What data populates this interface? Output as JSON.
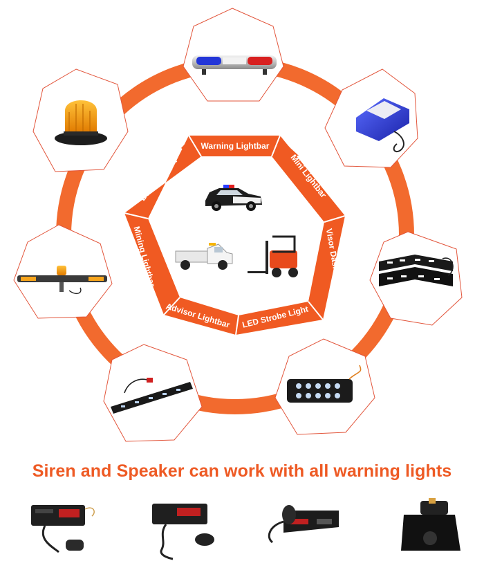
{
  "colors": {
    "accent": "#F05A22",
    "ring": "#F26A2E",
    "hex_border": "#E2553B",
    "text_white": "#FFFFFF",
    "headline": "#EE5A24"
  },
  "product_cycle": [
    {
      "id": "warning-lightbar",
      "icon": "police-lightbar-icon"
    },
    {
      "id": "mini-lightbar",
      "icon": "mini-lightbar-icon"
    },
    {
      "id": "visor-dash-light",
      "icon": "visor-dash-light-icon"
    },
    {
      "id": "led-strobe-light",
      "icon": "led-strobe-light-icon"
    },
    {
      "id": "advisor-lightbar",
      "icon": "advisor-lightbar-icon"
    },
    {
      "id": "mining-lightbar",
      "icon": "mining-lightbar-icon"
    },
    {
      "id": "beacon-light",
      "icon": "amber-beacon-icon"
    }
  ],
  "center_labels": {
    "warning_lightbar": "Warning Lightbar",
    "mini_lightbar": "Mini Lightbar",
    "visor_dash_light": "Visor Dash Light",
    "led_strobe_light": "LED Strobe Light",
    "advisor_lightbar": "Advisor Lightbar",
    "mining_lightbar": "Mining Lightbar",
    "beacon_light": "Beacon Light"
  },
  "center_vehicles": [
    "police-car-icon",
    "pickup-truck-icon",
    "forklift-icon"
  ],
  "headline": "Siren and Speaker can work with all warning lights",
  "sirens": [
    "siren-controller-icon",
    "siren-with-microphone-icon",
    "siren-box-icon",
    "speaker-horn-icon"
  ]
}
